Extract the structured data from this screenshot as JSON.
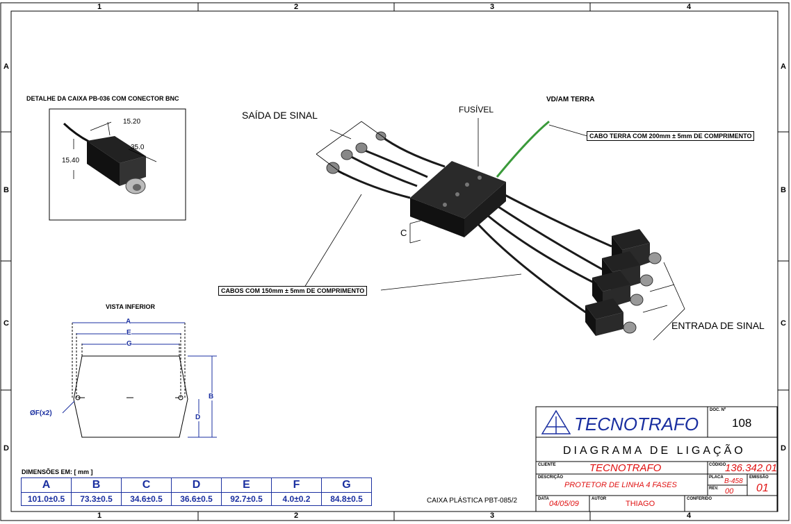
{
  "zones": {
    "columns": [
      "1",
      "2",
      "3",
      "4"
    ],
    "rows": [
      "A",
      "B",
      "C",
      "D"
    ]
  },
  "detail": {
    "title": "DETALHE DA CAIXA PB-036 COM CONECTOR BNC",
    "dim_width": "15.20",
    "dim_length": "35.0",
    "dim_height": "15.40"
  },
  "labels": {
    "saida": "SAÍDA DE SINAL",
    "fusivel": "FUSÍVEL",
    "terra": "VD/AM TERRA",
    "cabo_terra": "CABO TERRA COM 200mm ± 5mm DE COMPRIMENTO",
    "cabos": "CABOS COM 150mm ± 5mm DE COMPRIMENTO",
    "entrada": "ENTRADA DE SINAL",
    "c_dim": "C",
    "caixa": "CAIXA PLÁSTICA PBT-085/2"
  },
  "bottom_view": {
    "title": "VISTA INFERIOR",
    "a": "A",
    "e": "E",
    "g": "G",
    "b": "B",
    "d": "D",
    "hole": "ØF(x2)"
  },
  "dimensions": {
    "title": "DIMENSÕES EM: [ mm ]",
    "headers": [
      "A",
      "B",
      "C",
      "D",
      "E",
      "F",
      "G"
    ],
    "values": [
      "101.0±0.5",
      "73.3±0.5",
      "34.6±0.5",
      "36.6±0.5",
      "92.7±0.5",
      "4.0±0.2",
      "84.8±0.5"
    ]
  },
  "title_block": {
    "company": "TECNOTRAFO",
    "doc_label": "DOC. Nº",
    "doc_number": "108",
    "diagram_title": "DIAGRAMA DE LIGAÇÃO",
    "client_label": "CLIENTE",
    "client": "TECNOTRAFO",
    "code_label": "CÓDIGO",
    "code": "136.342.01",
    "desc_label": "DESCRIÇÃO",
    "description": "PROTETOR DE LINHA 4 FASES",
    "plate_label": "PLACA",
    "plate": "B-458",
    "rev_label": "REV.",
    "rev": "00",
    "issue_label": "EMISSÃO",
    "issue": "01",
    "date_label": "DATA",
    "date": "04/05/09",
    "author_label": "AUTOR",
    "author": "THIAGO",
    "checked_label": "CONFERIDO"
  },
  "colors": {
    "blue": "#1a2fa0",
    "red": "#e01010",
    "ground_wire": "#3a9a3a"
  }
}
